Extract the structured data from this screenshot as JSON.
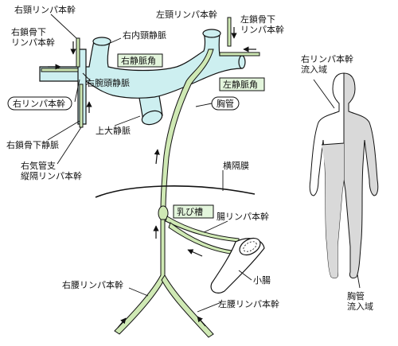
{
  "colors": {
    "vessel_fill": "#cdeff0",
    "duct_fill": "#cfe9b4",
    "outline": "#111111",
    "label_box_fill": "#e3f5dc",
    "body_shade": "#d9d9d9",
    "background": "#ffffff"
  },
  "labels": {
    "right_jugular_trunk": "右頸リンパ本幹",
    "right_subclavian_trunk": "右鎖骨下\nリンパ本幹",
    "right_internal_jugular_vein": "右内頸静脈",
    "right_venous_angle": "右静脈角",
    "right_brachiocephalic_vein": "右腕頭静脈",
    "right_lymphatic_duct": "右リンパ本幹",
    "right_subclavian_vein": "右鎖骨下静脈",
    "right_bronchomediastinal_trunk": "右気管支\n縦隔リンパ本幹",
    "superior_vena_cava": "上大静脈",
    "left_jugular_trunk": "左頸リンパ本幹",
    "left_subclavian_trunk": "左鎖骨下\nリンパ本幹",
    "left_venous_angle": "左静脈角",
    "thoracic_duct": "胸管",
    "diaphragm": "横隔膜",
    "cisterna_chyli": "乳び槽",
    "intestinal_trunk": "腸リンパ本幹",
    "small_intestine": "小腸",
    "right_lumbar_trunk": "右腰リンパ本幹",
    "left_lumbar_trunk": "左腰リンパ本幹",
    "right_lymph_drainage_area": "右リンパ本幹\n流入域",
    "thoracic_duct_drainage_area": "胸管\n流入域"
  }
}
